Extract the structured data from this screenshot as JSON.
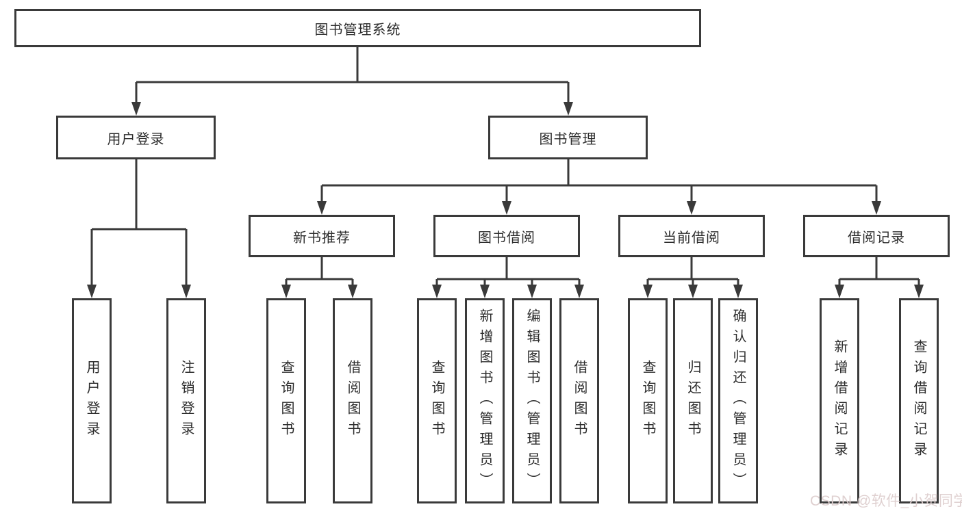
{
  "tree": {
    "label": "图书管理系统",
    "children": [
      {
        "label": "用户登录",
        "children": [
          {
            "label": "用户登录"
          },
          {
            "label": "注销登录"
          }
        ]
      },
      {
        "label": "图书管理",
        "children": [
          {
            "label": "新书推荐",
            "children": [
              {
                "label": "查询图书"
              },
              {
                "label": "借阅图书"
              }
            ]
          },
          {
            "label": "图书借阅",
            "children": [
              {
                "label": "查询图书"
              },
              {
                "label": "新增图书（管理员）"
              },
              {
                "label": "编辑图书（管理员）"
              },
              {
                "label": "借阅图书"
              }
            ]
          },
          {
            "label": "当前借阅",
            "children": [
              {
                "label": "查询图书"
              },
              {
                "label": "归还图书"
              },
              {
                "label": "确认归还（管理员）"
              }
            ]
          },
          {
            "label": "借阅记录",
            "children": [
              {
                "label": "新增借阅记录"
              },
              {
                "label": "查询借阅记录"
              }
            ]
          }
        ]
      }
    ]
  },
  "watermark": {
    "text": "CSDN @软件_小贺同学"
  },
  "palette": {
    "line": "#3a3a3a",
    "box_border": "#3a3a3a",
    "box_fill": "#ffffff",
    "text": "#2d2d2d",
    "watermark": "#ddcdcd",
    "background": "#ffffff"
  }
}
